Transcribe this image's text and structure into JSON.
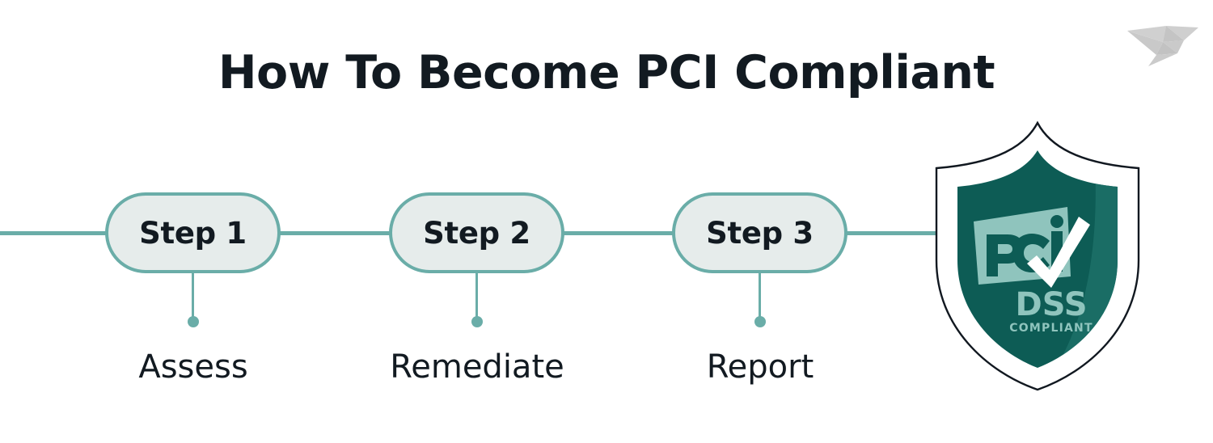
{
  "page": {
    "title": "How To Become PCI Compliant",
    "background_color": "#ffffff",
    "title_color": "#121a21"
  },
  "brand": {
    "logo_icon": "origami-bird-icon",
    "logo_color": "#c8c8c8"
  },
  "theme": {
    "teal_line": "#6aada8",
    "pill_fill": "#e6eceb",
    "pill_border": "#6aada8",
    "shield_dark": "#0d5c55",
    "shield_shade": "#1c6f67",
    "logo_light_teal": "#8fc4bd",
    "shield_outline": "#111820"
  },
  "steps": [
    {
      "pill_label": "Step 1",
      "outcome": "Assess"
    },
    {
      "pill_label": "Step 2",
      "outcome": "Remediate"
    },
    {
      "pill_label": "Step 3",
      "outcome": "Report"
    }
  ],
  "shield": {
    "icon": "pci-dss-compliant-shield-icon",
    "logo_primary": "PCI",
    "logo_secondary": "DSS",
    "logo_tertiary": "COMPLIANT",
    "checkmark_color": "#ffffff"
  }
}
